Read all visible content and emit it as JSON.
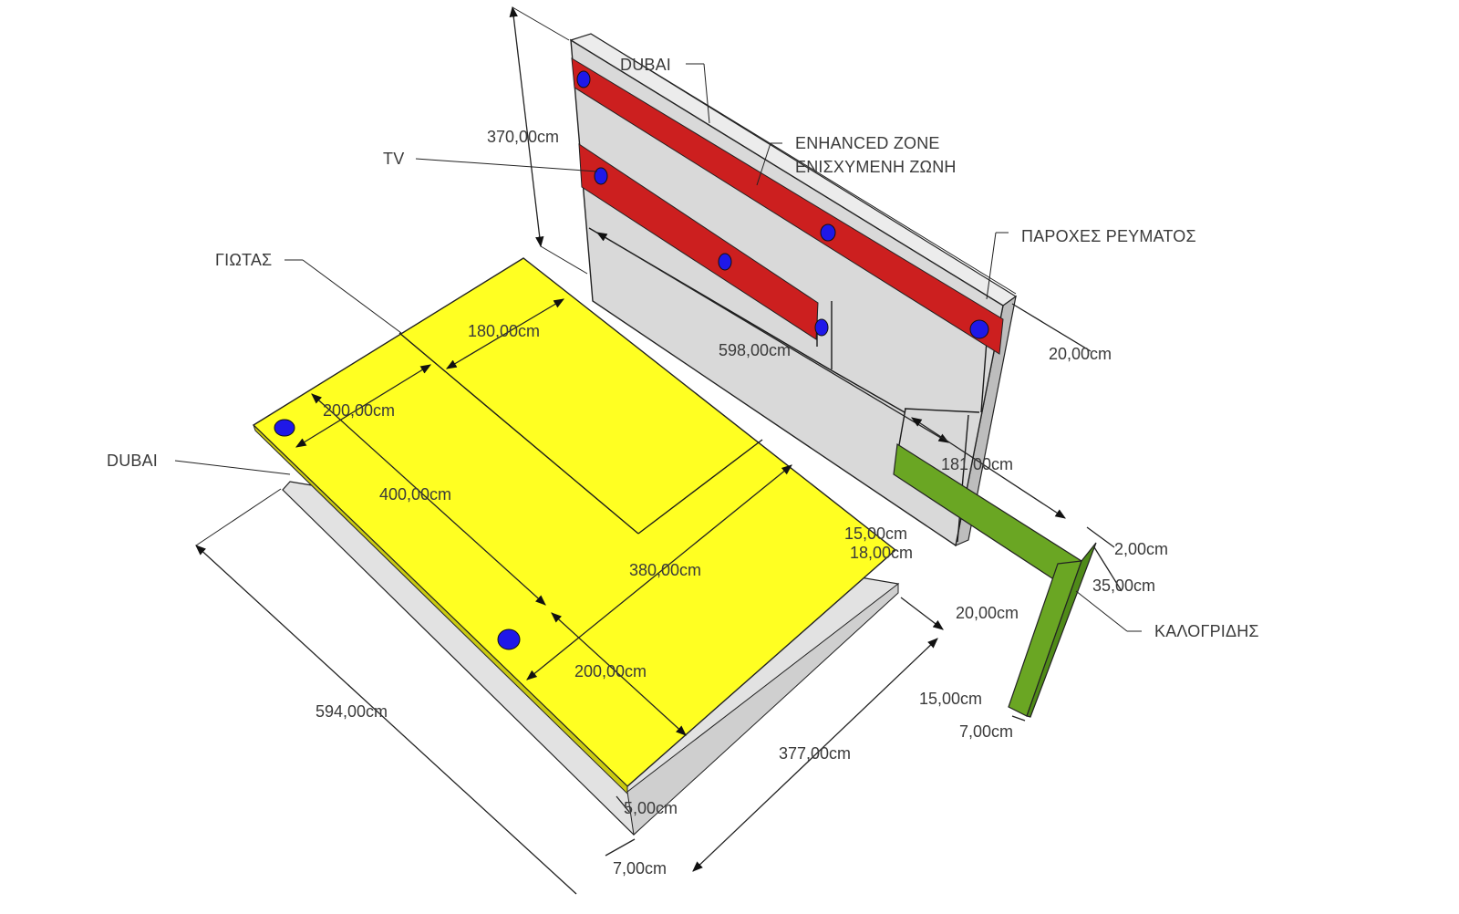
{
  "colors": {
    "floor": "#ffff22",
    "wall": "#d9d9d9",
    "zone": "#cc1f1f",
    "socket": "#1f18e8",
    "beam": "#6aa623",
    "base": "#e2e2e2"
  },
  "labels": {
    "dubai_top": "DUBAI",
    "tv": "TV",
    "enhanced_en": "ENHANCED ZONE",
    "enhanced_gr": "ΕΝΙΣΧΥΜΕΝΗ ΖΩΝΗ",
    "power": "ΠΑΡΟΧΕΣ ΡΕΥΜΑΤΟΣ",
    "giotas": "ΓΙΩΤΑΣ",
    "dubai_left": "DUBAI",
    "kalogridis": "ΚΑΛΟΓΡΙΔΗΣ"
  },
  "dimensions": {
    "wall_height": "370,00cm",
    "wall_length": "598,00cm",
    "wall_depth": "20,00cm",
    "floor_180": "180,00cm",
    "floor_200a": "200,00cm",
    "floor_400": "400,00cm",
    "floor_380": "380,00cm",
    "floor_200b": "200,00cm",
    "floor_594": "594,00cm",
    "floor_377": "377,00cm",
    "thick_15": "15,00cm",
    "thick_18": "18,00cm",
    "gap_20": "20,00cm",
    "base_5": "5,00cm",
    "base_7": "7,00cm",
    "beam_181": "181,00cm",
    "beam_2": "2,00cm",
    "beam_35": "35,00cm",
    "beam_15": "15,00cm",
    "beam_7": "7,00cm"
  }
}
